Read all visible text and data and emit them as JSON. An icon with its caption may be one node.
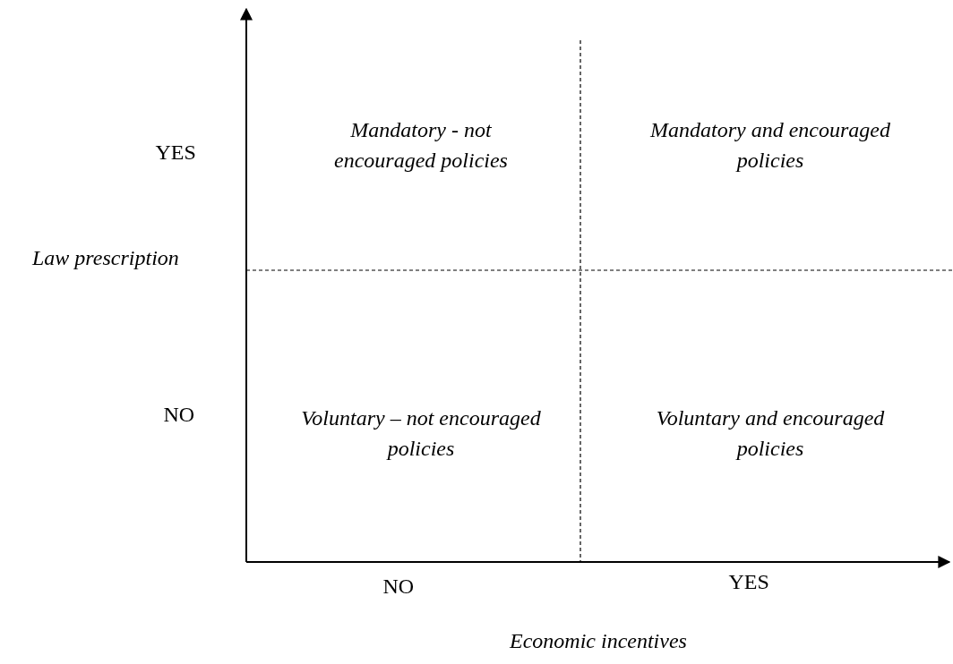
{
  "diagram": {
    "nodes": [
      {
        "text": [
          "Mandatory - not encouraged policies"
        ]
      },
      {
        "text": [
          "Mandatory and encouraged policies"
        ]
      },
      {
        "text": [
          "Voluntary – not encouraged policies"
        ]
      },
      {
        "text": [
          "Voluntary and encouraged policies"
        ]
      }
    ],
    "edges": [],
    "labels": [
      "YES",
      "Law prescription",
      "NO",
      "NO",
      "YES",
      "Economic incentives"
    ]
  }
}
